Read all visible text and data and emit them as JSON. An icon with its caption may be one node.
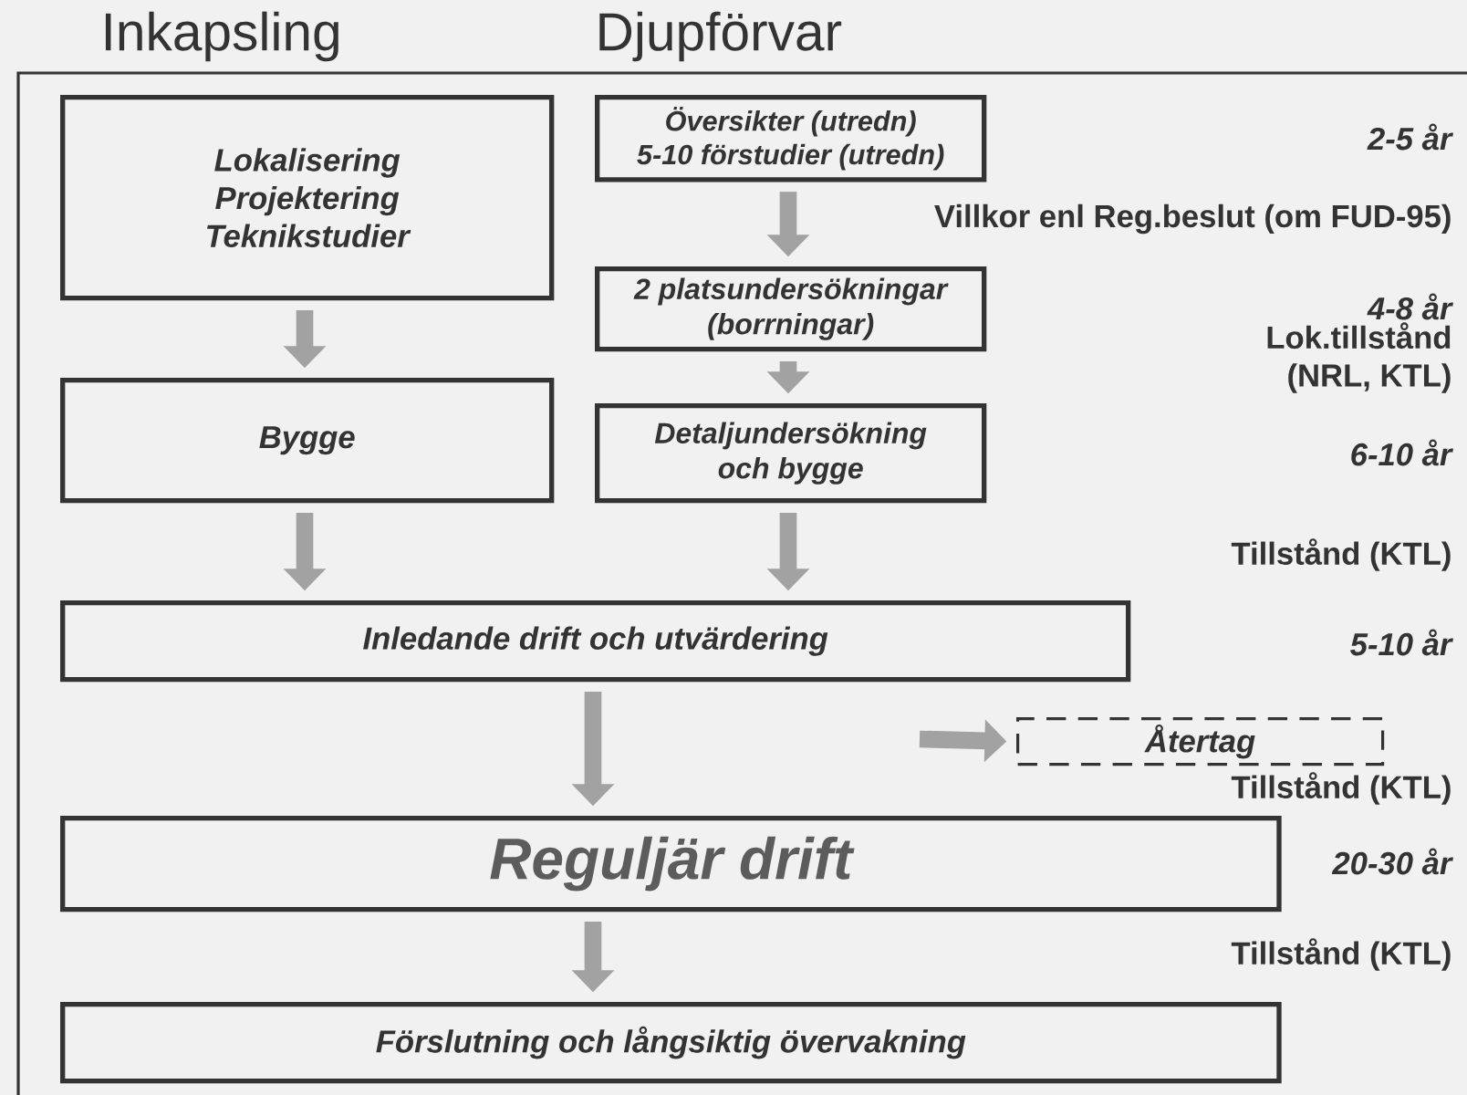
{
  "diagram": {
    "nodes": [
      {
        "text": [
          "Lokalisering Projektering Teknikstudier"
        ]
      },
      {
        "text": [
          "Översikter (utredn)",
          "5-10 förstudier (utredn)"
        ]
      },
      {
        "text": [
          "2 platsundersökningar (borrningar)"
        ]
      },
      {
        "text": [
          "Bygge"
        ]
      },
      {
        "text": [
          "Detaljundersökning och bygge"
        ]
      },
      {
        "text": [
          "Inledande drift och utvärdering"
        ]
      },
      {
        "text": [
          "Återtag"
        ]
      },
      {
        "text": [
          "Reguljär drift"
        ]
      },
      {
        "text": [
          "Förslutning och långsiktig övervakning"
        ]
      }
    ],
    "edges": [
      {
        "from": 0,
        "to": 3,
        "arrow": "to"
      },
      {
        "from": 1,
        "to": 2,
        "arrow": "to"
      },
      {
        "from": 2,
        "to": 4,
        "arrow": "to"
      },
      {
        "from": 3,
        "to": 5,
        "arrow": "to"
      },
      {
        "from": 4,
        "to": 5,
        "arrow": "to"
      },
      {
        "from": 5,
        "to": 7,
        "arrow": "to"
      },
      {
        "from": null,
        "to": 6,
        "arrow": "to"
      },
      {
        "from": 7,
        "to": 8,
        "arrow": "to"
      }
    ],
    "labels": [
      "Inkapsling",
      "Djupförvar",
      "2-5 år",
      "Villkor enl Reg.beslut (om FUD-95)",
      "4-8 år",
      "Lok.tillstånd (NRL, KTL)",
      "6-10 år",
      "Tillstånd (KTL)",
      "5-10 år",
      "Tillstånd (KTL)",
      "20-30 år",
      "Tillstånd (KTL)"
    ]
  }
}
